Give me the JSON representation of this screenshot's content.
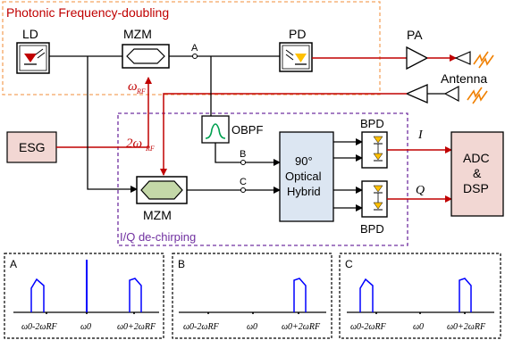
{
  "regions": {
    "photonic": "Photonic Frequency-doubling",
    "dechirp": "I/Q de-chirping"
  },
  "blocks": {
    "ld": "LD",
    "mzm_top": "MZM",
    "mzm_bottom": "MZM",
    "pd": "PD",
    "pa": "PA",
    "antenna": "Antenna",
    "esg": "ESG",
    "obpf": "OBPF",
    "hybrid": [
      "90°",
      "Optical",
      "Hybrid"
    ],
    "bpd_top": "BPD",
    "bpd_bottom": "BPD",
    "adc": [
      "ADC",
      "&",
      "DSP"
    ]
  },
  "signals": {
    "wrf_main": "ω",
    "wrf_sub": "RF",
    "two_wrf_main": "2ω",
    "two_wrf_sub": "RF",
    "point_a": "A",
    "point_b": "B",
    "point_c": "C",
    "i": "I",
    "q": "Q"
  },
  "spectra": [
    {
      "label": "A",
      "ticks": [
        "ω0-2ωRF",
        "ω0",
        "ω0+2ωRF"
      ]
    },
    {
      "label": "B",
      "ticks": [
        "ω0-2ωRF",
        "ω0",
        "ω0+2ωRF"
      ]
    },
    {
      "label": "C",
      "ticks": [
        "ω0-2ωRF",
        "ω0",
        "ω0+2ωRF"
      ]
    }
  ],
  "colors": {
    "optical": "#000000",
    "electrical": "#c00000",
    "photonic_border": "#f4a460",
    "dechirp_border": "#7030a0",
    "photonic_text": "#c00000",
    "dechirp_text": "#7030a0",
    "esg_fill": "#f2d7d3",
    "mzm_fill": "#c4d8a8",
    "hybrid_fill": "#dce6f2",
    "adc_fill": "#f2d7d3",
    "spectrum": "#0000ff",
    "laser": "#c00000",
    "pd_arrow": "#ffc000"
  }
}
